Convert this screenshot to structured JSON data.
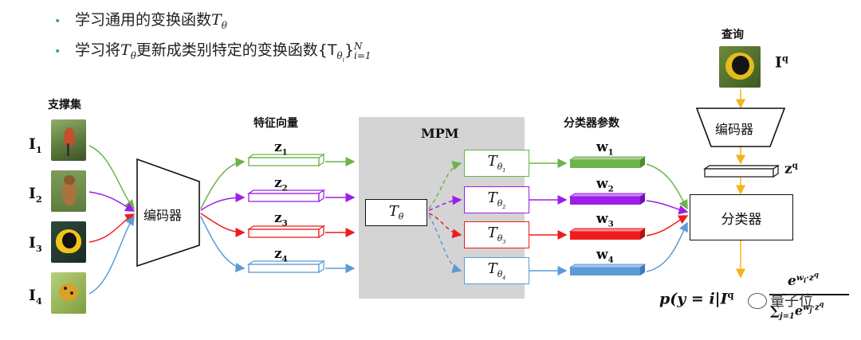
{
  "bullets": [
    {
      "text": "学习通用的变换函数",
      "math": "T",
      "math_sub": "θ",
      "suffix": ""
    },
    {
      "text": "学习将",
      "math": "T",
      "math_sub": "θ",
      "suffix": "更新成类别特定的变换函数{T",
      "suffix_sub": "θ",
      "suffix_subsub": "i",
      "suffix_close": "}",
      "limits_sup": "N",
      "limits_sub": "i=1"
    }
  ],
  "titles": {
    "support_set": "支撑集",
    "feature_vector": "特征向量",
    "mpm": "MPM",
    "classifier_params": "分类器参数",
    "query": "查询"
  },
  "support_images": [
    {
      "label": "I",
      "sub": "1",
      "icon": "bird-photo"
    },
    {
      "label": "I",
      "sub": "2",
      "icon": "dog-photo"
    },
    {
      "label": "I",
      "sub": "3",
      "icon": "fish-photo"
    },
    {
      "label": "I",
      "sub": "4",
      "icon": "ladybug-photo"
    }
  ],
  "query_image": {
    "label": "I",
    "sup": "q",
    "icon": "query-photo"
  },
  "encoder_label": "编码器",
  "query_encoder_label": "编码器",
  "classifier_label": "分类器",
  "features": [
    {
      "label": "z",
      "sub": "1",
      "color": "#6bb34a"
    },
    {
      "label": "z",
      "sub": "2",
      "color": "#9b1fe8"
    },
    {
      "label": "z",
      "sub": "3",
      "color": "#ee1c1c"
    },
    {
      "label": "z",
      "sub": "4",
      "color": "#5b9bd5"
    }
  ],
  "query_feature": {
    "label": "z",
    "sup": "q"
  },
  "mpm_input": {
    "label": "T",
    "sub": "θ"
  },
  "transforms": [
    {
      "label": "T",
      "sub": "θ",
      "subsub": "1",
      "color": "#6bb34a"
    },
    {
      "label": "T",
      "sub": "θ",
      "subsub": "2",
      "color": "#9b1fe8"
    },
    {
      "label": "T",
      "sub": "θ",
      "subsub": "3",
      "color": "#ee1c1c"
    },
    {
      "label": "T",
      "sub": "θ",
      "subsub": "4",
      "color": "#5b9bd5"
    }
  ],
  "weights": [
    {
      "label": "w",
      "sub": "1",
      "color": "#6bb34a"
    },
    {
      "label": "w",
      "sub": "2",
      "color": "#9b1fe8"
    },
    {
      "label": "w",
      "sub": "3",
      "color": "#ee1c1c"
    },
    {
      "label": "w",
      "sub": "4",
      "color": "#5b9bd5"
    }
  ],
  "formula": {
    "lhs": "p(y = i|I",
    "lhs_sup": "q",
    "numerator": "e",
    "numerator_sup": "w",
    "numerator_sup_sub": "i",
    "numerator_sup_tail": "·z",
    "numerator_sup_tail_sup": "q",
    "denominator": "∑",
    "denominator_sub": "j=1",
    "denominator_exp": "e",
    "denominator_exp_sup": "w",
    "denominator_exp_sup_sub": "j",
    "denominator_exp_sup_tail": "·z",
    "denominator_exp_sup_tail_sup": "q"
  },
  "watermark": "量子位",
  "colors": {
    "green": "#6bb34a",
    "purple": "#9b1fe8",
    "red": "#ee1c1c",
    "blue": "#5b9bd5",
    "orange": "#f5b21b",
    "panel": "#d4d4d4"
  }
}
